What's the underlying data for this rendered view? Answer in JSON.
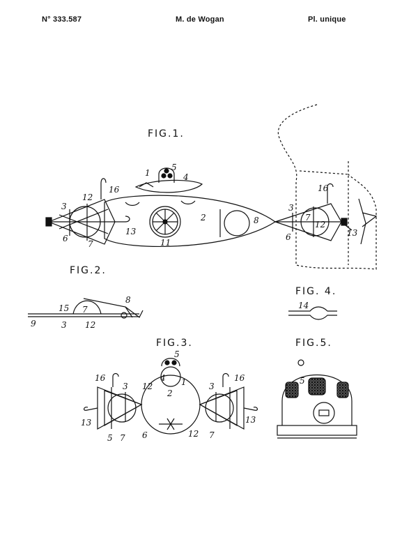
{
  "header": {
    "patent_number": "N° 333.587",
    "inventor": "M. de Wogan",
    "plate": "Pl. unique"
  },
  "figures": {
    "fig1": {
      "title": "FIG.1.",
      "labels": [
        "1",
        "5",
        "4",
        "16",
        "12",
        "3",
        "6",
        "7",
        "13",
        "2",
        "11",
        "8",
        "3",
        "16",
        "7",
        "12",
        "6",
        "13"
      ]
    },
    "fig2": {
      "title": "FIG.2.",
      "labels": [
        "15",
        "7",
        "8",
        "9",
        "3",
        "12"
      ]
    },
    "fig3": {
      "title": "FIG.3.",
      "labels": [
        "5",
        "4",
        "1",
        "2",
        "16",
        "3",
        "12",
        "3",
        "16",
        "13",
        "5",
        "7",
        "6",
        "12",
        "7",
        "13"
      ]
    },
    "fig4": {
      "title": "FIG. 4.",
      "labels": [
        "14"
      ]
    },
    "fig5": {
      "title": "FIG.5.",
      "labels": [
        "5"
      ]
    }
  }
}
